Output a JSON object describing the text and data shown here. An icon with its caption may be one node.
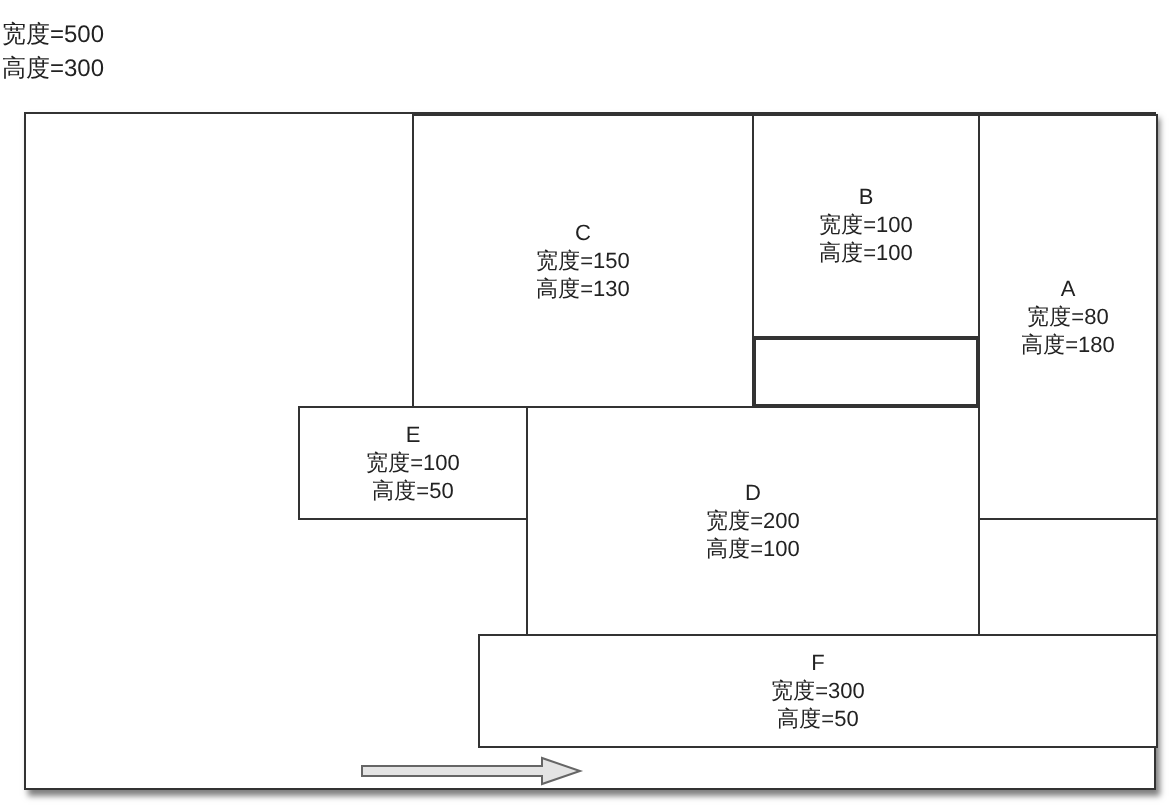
{
  "diagram": {
    "nodes": [
      {
        "text": [
          "宽度=500 高度=300"
        ]
      },
      {
        "text": [
          "C",
          "宽度=150 高度=130"
        ],
        "in": 0
      },
      {
        "text": [
          "B",
          "宽度=100 高度=100"
        ],
        "in": 0
      },
      {
        "text": [
          "A",
          "宽度=80 高度=180"
        ],
        "in": 0
      },
      {
        "text": [],
        "shape": "box",
        "in": 0
      },
      {
        "text": [
          "E",
          "宽度=100 高度=50"
        ],
        "in": 0
      },
      {
        "text": [
          "D",
          "宽度=200 高度=100"
        ],
        "in": 0
      },
      {
        "text": [],
        "shape": "box",
        "in": 0
      },
      {
        "text": [
          "F",
          "宽度=300 高度=50"
        ],
        "in": 0
      }
    ]
  }
}
